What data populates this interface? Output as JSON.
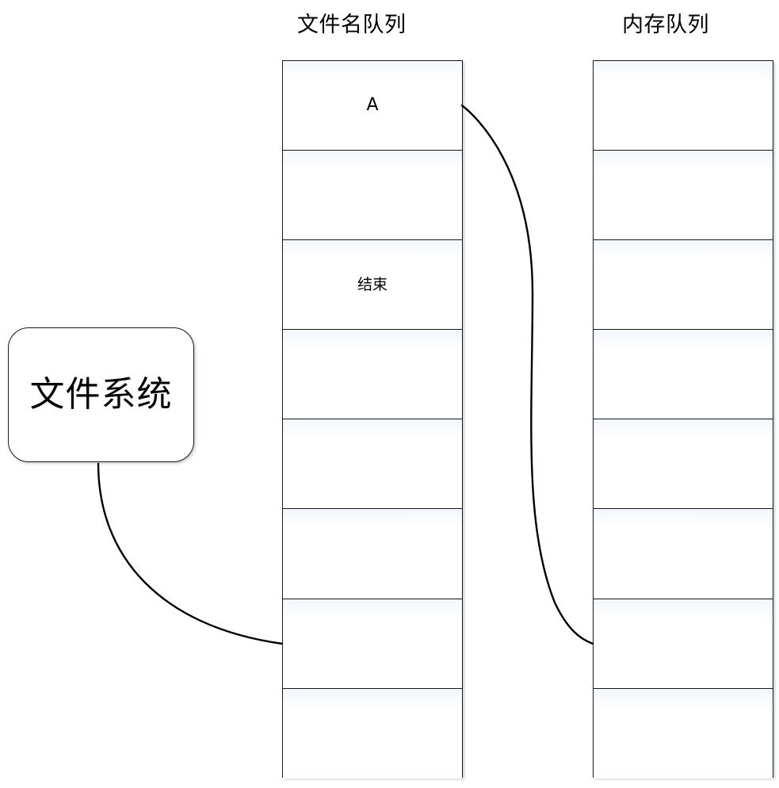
{
  "diagram": {
    "title_filename_queue": "文件名队列",
    "title_memory_queue": "内存队列",
    "process_box_label": "文件系统",
    "filename_queue": {
      "header": "文件名队列",
      "cells": [
        {
          "label": "A"
        },
        {
          "label": ""
        },
        {
          "label": "结束"
        },
        {
          "label": ""
        },
        {
          "label": ""
        },
        {
          "label": ""
        },
        {
          "label": ""
        },
        {
          "label": ""
        }
      ]
    },
    "memory_queue": {
      "header": "内存队列",
      "cells": [
        {
          "label": ""
        },
        {
          "label": ""
        },
        {
          "label": ""
        },
        {
          "label": ""
        },
        {
          "label": ""
        },
        {
          "label": ""
        },
        {
          "label": ""
        },
        {
          "label": ""
        }
      ]
    },
    "connectors": [
      {
        "name": "filesystem-to-filename-queue",
        "from": "文件系统",
        "to": "文件名队列"
      },
      {
        "name": "filename-queue-to-memory-queue",
        "from": "文件名队列",
        "to": "内存队列"
      }
    ],
    "colors": {
      "stroke": "#000000",
      "cell_tint": "#f2f6fc",
      "background": "#ffffff"
    }
  }
}
